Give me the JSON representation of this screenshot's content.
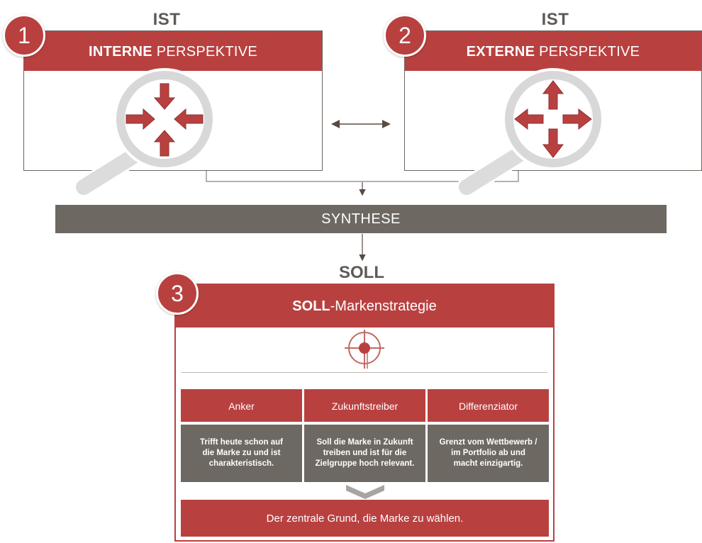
{
  "left": {
    "badge": "1",
    "state_label": "IST",
    "title_bold": "INTERNE",
    "title_rest": " PERSPEKTIVE",
    "icon": "magnifier-arrows-inward-icon"
  },
  "right": {
    "badge": "2",
    "state_label": "IST",
    "title_bold": "EXTERNE",
    "title_rest": " PERSPEKTIVE",
    "icon": "magnifier-arrows-outward-icon"
  },
  "synthesis": {
    "label": "SYNTHESE"
  },
  "target": {
    "state_label": "SOLL",
    "badge": "3",
    "title_bold": "SOLL",
    "title_rest": "-Markenstrategie",
    "icon": "crosshair-target-icon",
    "columns": [
      {
        "title": "Anker",
        "lines": [
          "Trifft heute schon auf",
          "die Marke zu und ist",
          "charakteristisch."
        ]
      },
      {
        "title": "Zukunftstreiber",
        "lines": [
          "Soll die Marke in Zukunft",
          "treiben und ist für die",
          "Zielgruppe hoch relevant."
        ]
      },
      {
        "title": "Differenziator",
        "lines": [
          "Grenzt vom Wettbewerb /",
          "im Portfolio ab und",
          "macht einzigartig."
        ]
      }
    ],
    "result": "Der zentrale Grund, die Marke zu wählen."
  },
  "colors": {
    "accent": "#b84140",
    "neutral": "#6d6862",
    "label": "#5f5a55"
  }
}
